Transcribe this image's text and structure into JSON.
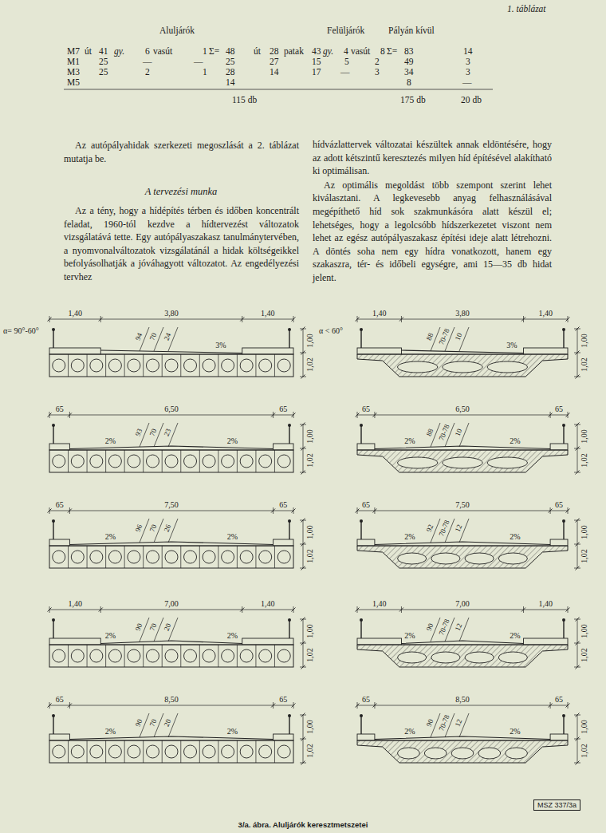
{
  "diagram": {
    "caption": "3/a. ábra. Aluljárók keresztmetszetei",
    "nodes": [
      {
        "text": [
          "MSZ 337/3a"
        ]
      }
    ],
    "labels": [
      "1. táblázat",
      "Aluljárók",
      "Felüljárók",
      "Pályán kívül",
      "M7",
      "út",
      "41",
      "gy.",
      "6",
      "vasút",
      "1",
      "Σ=",
      "48",
      "út",
      "28",
      "patak",
      "43",
      "gy.",
      "4",
      "vasút",
      "8",
      "Σ=",
      "83",
      "14",
      "M1",
      "25",
      "—",
      "—",
      "25",
      "27",
      "15",
      "5",
      "2",
      "49",
      "3",
      "M3",
      "25",
      "2",
      "1",
      "28",
      "14",
      "17",
      "—",
      "3",
      "34",
      "3",
      "M5",
      "14",
      "8",
      "—",
      "115 db",
      "175 db",
      "20 db",
      "Az autópályahidak szerkezeti megoszlását a 2. táblázat mutatja be.",
      "A tervezési munka",
      "Az a tény, hogy a hídépítés térben és időben koncentrált feladat, 1960-tól kezdve a hídtervezést változatok vizsgálatává tette. Egy autópályaszakasz tanulmánytervében, a nyomvonalváltozatok vizsgálatánál a hidak költségeikkel befolyásolhatják a jóváhagyott változatot. Az engedélyezési tervhez",
      "hídvázlattervek változatai készültek annak eldöntésére, hogy az adott kétszintű keresztezés milyen híd építésével alakítható ki optimálisan.",
      "Az optimális megoldást több szempont szerint lehet kiválasztani. A legkevesebb anyag felhasználásával megépíthető híd sok szakmunkásóra alatt készül el; lehetséges, hogy a legolcsóbb hídszerkezetet viszont nem lehet az egész autópályaszakasz építési ideje alatt létrehozni. A döntés soha nem egy hídra vonatkozott, hanem egy szakaszra, tér- és időbeli egységre, ami 15—35 db hidat jelent.",
      "1,40",
      "3,80",
      "1,40",
      "α= 90°-60°",
      "94",
      "70",
      "24",
      "3%",
      "1,00",
      "1,02",
      "65",
      "6,50",
      "65",
      "93",
      "70",
      "23",
      "2%",
      "2%",
      "1,00",
      "1,02",
      "65",
      "7,50",
      "65",
      "96",
      "70",
      "26",
      "2%",
      "2%",
      "1,00",
      "1,02",
      "1,40",
      "7,00",
      "1,40",
      "90",
      "70",
      "20",
      "2%",
      "2%",
      "1,00",
      "1,02",
      "65",
      "8,50",
      "65",
      "90",
      "70",
      "20",
      "2%",
      "2%",
      "1,00",
      "1,02",
      "1,40",
      "3,80",
      "1,40",
      "α < 60°",
      "88",
      "70-78",
      "10",
      "3%",
      "1,00",
      "1,02",
      "65",
      "6,50",
      "65",
      "88",
      "70-78",
      "10",
      "2%",
      "2%",
      "1,00",
      "1,02",
      "65",
      "7,50",
      "65",
      "92",
      "70-78",
      "12",
      "2%",
      "2%",
      "1,00",
      "1,02",
      "1,40",
      "7,00",
      "1,40",
      "90",
      "70-78",
      "12",
      "2%",
      "2%",
      "1,00",
      "1,02",
      "65",
      "8,50",
      "65",
      "90",
      "70-78",
      "12",
      "2%",
      "2%",
      "1,00",
      "1,02"
    ]
  }
}
